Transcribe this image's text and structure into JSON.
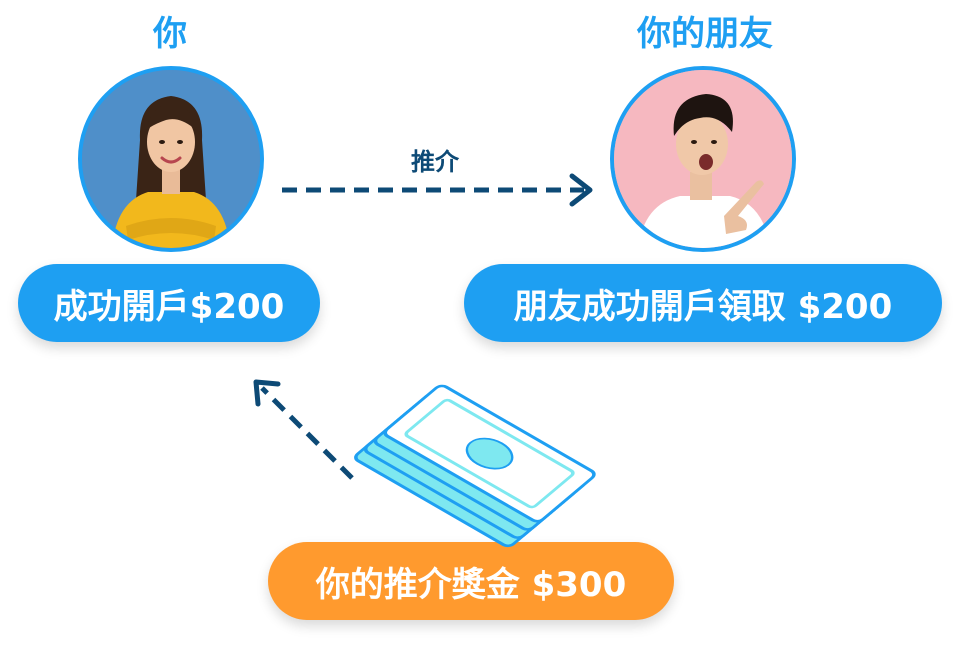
{
  "you": {
    "title": "你",
    "pill": "成功開戶$200"
  },
  "friend": {
    "title": "你的朋友",
    "pill": "朋友成功開戶領取 $200"
  },
  "referral": {
    "label": "推介"
  },
  "reward": {
    "pill": "你的推介獎金 $300"
  },
  "colors": {
    "blue": "#1e9ff2",
    "orange": "#ff9a2e",
    "arrow": "#0d4a76",
    "cash": "#7ee8f0"
  },
  "icons": [
    "person-avatar",
    "person-avatar",
    "arrow-right-dashed",
    "arrow-up-left-dashed",
    "cash-stack-icon"
  ]
}
